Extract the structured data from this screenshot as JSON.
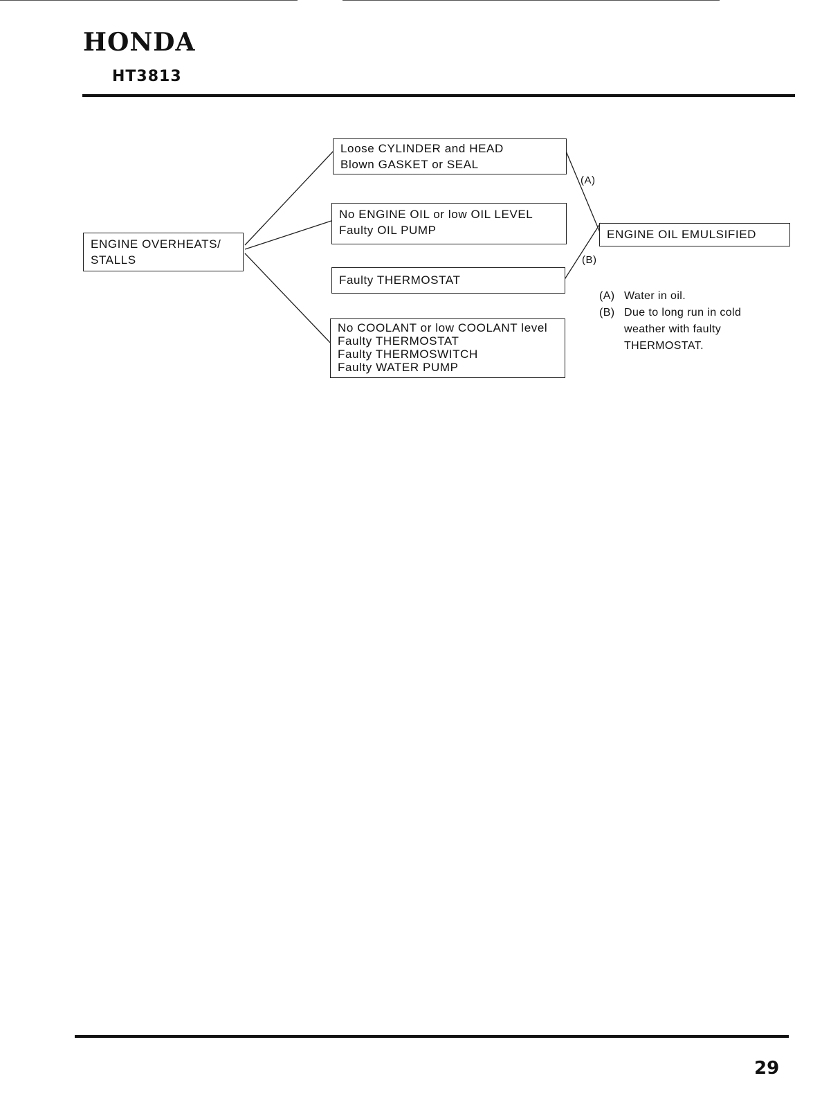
{
  "header": {
    "brand": "HONDA",
    "model": "HT3813"
  },
  "diagram": {
    "start": {
      "lines": [
        "ENGINE OVERHEATS/",
        "STALLS"
      ]
    },
    "causes": [
      {
        "lines": [
          "Loose CYLINDER and HEAD",
          "Blown GASKET or SEAL"
        ]
      },
      {
        "lines": [
          "No ENGINE OIL or low OIL LEVEL",
          "Faulty OIL PUMP"
        ]
      },
      {
        "lines": [
          "Faulty THERMOSTAT"
        ]
      },
      {
        "lines": [
          "No COOLANT or low COOLANT level",
          "Faulty THERMOSTAT",
          "Faulty THERMOSWITCH",
          "Faulty WATER PUMP"
        ]
      }
    ],
    "result": {
      "lines": [
        "ENGINE OIL EMULSIFIED"
      ]
    },
    "link_tags": {
      "a": "(A)",
      "b": "(B)"
    },
    "notes": [
      {
        "key": "(A)",
        "lines": [
          "Water in oil."
        ]
      },
      {
        "key": "(B)",
        "lines": [
          "Due to long run in cold",
          "weather with faulty",
          "THERMOSTAT."
        ]
      }
    ]
  },
  "footer": {
    "page_number": "29"
  }
}
